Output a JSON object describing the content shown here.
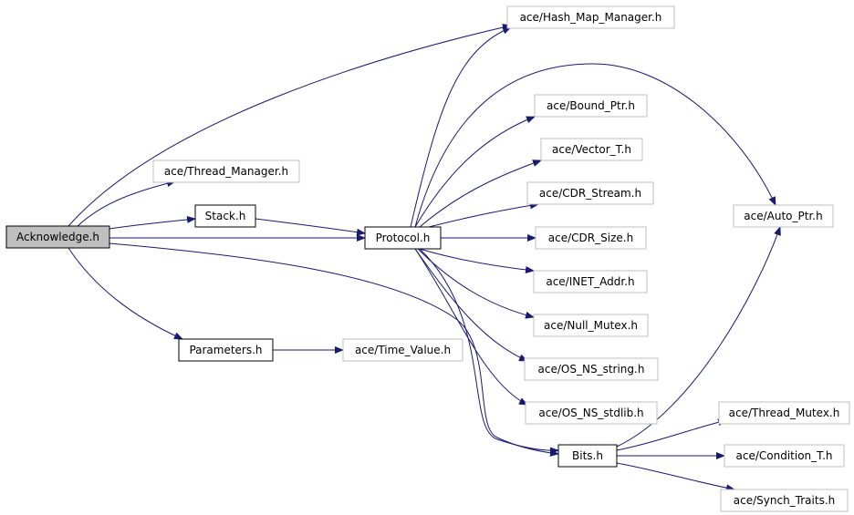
{
  "colors": {
    "edge": "#191970",
    "root_fill": "#bfbfbf",
    "local_border": "#000000",
    "external_border": "#bfbfbf",
    "node_fill": "#ffffff"
  },
  "nodes": [
    {
      "id": "acknowledge",
      "label": "Acknowledge.h",
      "kind": "root"
    },
    {
      "id": "hash_map_manager",
      "label": "ace/Hash_Map_Manager.h",
      "kind": "external"
    },
    {
      "id": "thread_manager",
      "label": "ace/Thread_Manager.h",
      "kind": "external"
    },
    {
      "id": "stack",
      "label": "Stack.h",
      "kind": "local"
    },
    {
      "id": "protocol",
      "label": "Protocol.h",
      "kind": "local"
    },
    {
      "id": "bound_ptr",
      "label": "ace/Bound_Ptr.h",
      "kind": "external"
    },
    {
      "id": "vector_t",
      "label": "ace/Vector_T.h",
      "kind": "external"
    },
    {
      "id": "cdr_stream",
      "label": "ace/CDR_Stream.h",
      "kind": "external"
    },
    {
      "id": "cdr_size",
      "label": "ace/CDR_Size.h",
      "kind": "external"
    },
    {
      "id": "inet_addr",
      "label": "ace/INET_Addr.h",
      "kind": "external"
    },
    {
      "id": "null_mutex",
      "label": "ace/Null_Mutex.h",
      "kind": "external"
    },
    {
      "id": "os_ns_string",
      "label": "ace/OS_NS_string.h",
      "kind": "external"
    },
    {
      "id": "os_ns_stdlib",
      "label": "ace/OS_NS_stdlib.h",
      "kind": "external"
    },
    {
      "id": "auto_ptr",
      "label": "ace/Auto_Ptr.h",
      "kind": "external"
    },
    {
      "id": "parameters",
      "label": "Parameters.h",
      "kind": "local"
    },
    {
      "id": "time_value",
      "label": "ace/Time_Value.h",
      "kind": "external"
    },
    {
      "id": "bits",
      "label": "Bits.h",
      "kind": "local"
    },
    {
      "id": "thread_mutex",
      "label": "ace/Thread_Mutex.h",
      "kind": "external"
    },
    {
      "id": "condition_t",
      "label": "ace/Condition_T.h",
      "kind": "external"
    },
    {
      "id": "synch_traits",
      "label": "ace/Synch_Traits.h",
      "kind": "external"
    }
  ],
  "edges": [
    {
      "from": "acknowledge",
      "to": "hash_map_manager"
    },
    {
      "from": "acknowledge",
      "to": "thread_manager"
    },
    {
      "from": "acknowledge",
      "to": "stack"
    },
    {
      "from": "acknowledge",
      "to": "protocol"
    },
    {
      "from": "acknowledge",
      "to": "parameters"
    },
    {
      "from": "acknowledge",
      "to": "bits"
    },
    {
      "from": "stack",
      "to": "protocol"
    },
    {
      "from": "parameters",
      "to": "time_value"
    },
    {
      "from": "protocol",
      "to": "hash_map_manager"
    },
    {
      "from": "protocol",
      "to": "auto_ptr"
    },
    {
      "from": "protocol",
      "to": "bound_ptr"
    },
    {
      "from": "protocol",
      "to": "vector_t"
    },
    {
      "from": "protocol",
      "to": "cdr_stream"
    },
    {
      "from": "protocol",
      "to": "cdr_size"
    },
    {
      "from": "protocol",
      "to": "inet_addr"
    },
    {
      "from": "protocol",
      "to": "null_mutex"
    },
    {
      "from": "protocol",
      "to": "os_ns_string"
    },
    {
      "from": "protocol",
      "to": "os_ns_stdlib"
    },
    {
      "from": "protocol",
      "to": "bits"
    },
    {
      "from": "bits",
      "to": "auto_ptr"
    },
    {
      "from": "bits",
      "to": "thread_mutex"
    },
    {
      "from": "bits",
      "to": "condition_t"
    },
    {
      "from": "bits",
      "to": "synch_traits"
    }
  ]
}
